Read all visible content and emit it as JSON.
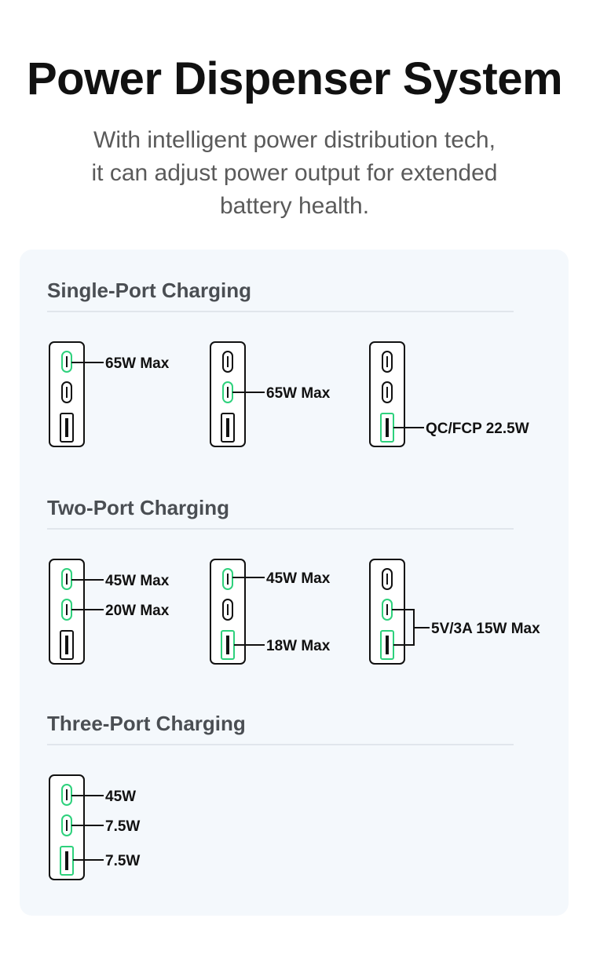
{
  "title": "Power Dispenser System",
  "subtitle": [
    "With intelligent power distribution tech,",
    "it can adjust power output for extended",
    "battery health."
  ],
  "colors": {
    "highlight": "#2ed17c",
    "text": "#111111",
    "panel": "#f4f8fc"
  },
  "sections": [
    {
      "title": "Single-Port Charging",
      "labels": [
        "65W Max",
        "65W Max",
        "QC/FCP 22.5W"
      ]
    },
    {
      "title": "Two-Port Charging",
      "labels": [
        "45W Max",
        "20W Max",
        "45W Max",
        "18W Max",
        "5V/3A 15W Max"
      ]
    },
    {
      "title": "Three-Port Charging",
      "labels": [
        "45W",
        "7.5W",
        "7.5W"
      ]
    }
  ],
  "port_states": [
    {
      "ports": [
        "usb-c-1",
        "usb-c-2",
        "usb-a"
      ],
      "active": [
        true,
        false,
        false
      ]
    },
    {
      "ports": [
        "usb-c-1",
        "usb-c-2",
        "usb-a"
      ],
      "active": [
        false,
        true,
        false
      ]
    },
    {
      "ports": [
        "usb-c-1",
        "usb-c-2",
        "usb-a"
      ],
      "active": [
        false,
        false,
        true
      ]
    },
    {
      "ports": [
        "usb-c-1",
        "usb-c-2",
        "usb-a"
      ],
      "active": [
        true,
        true,
        false
      ]
    },
    {
      "ports": [
        "usb-c-1",
        "usb-c-2",
        "usb-a"
      ],
      "active": [
        true,
        false,
        true
      ]
    },
    {
      "ports": [
        "usb-c-1",
        "usb-c-2",
        "usb-a"
      ],
      "active": [
        false,
        true,
        true
      ]
    },
    {
      "ports": [
        "usb-c-1",
        "usb-c-2",
        "usb-a"
      ],
      "active": [
        true,
        true,
        true
      ]
    }
  ]
}
